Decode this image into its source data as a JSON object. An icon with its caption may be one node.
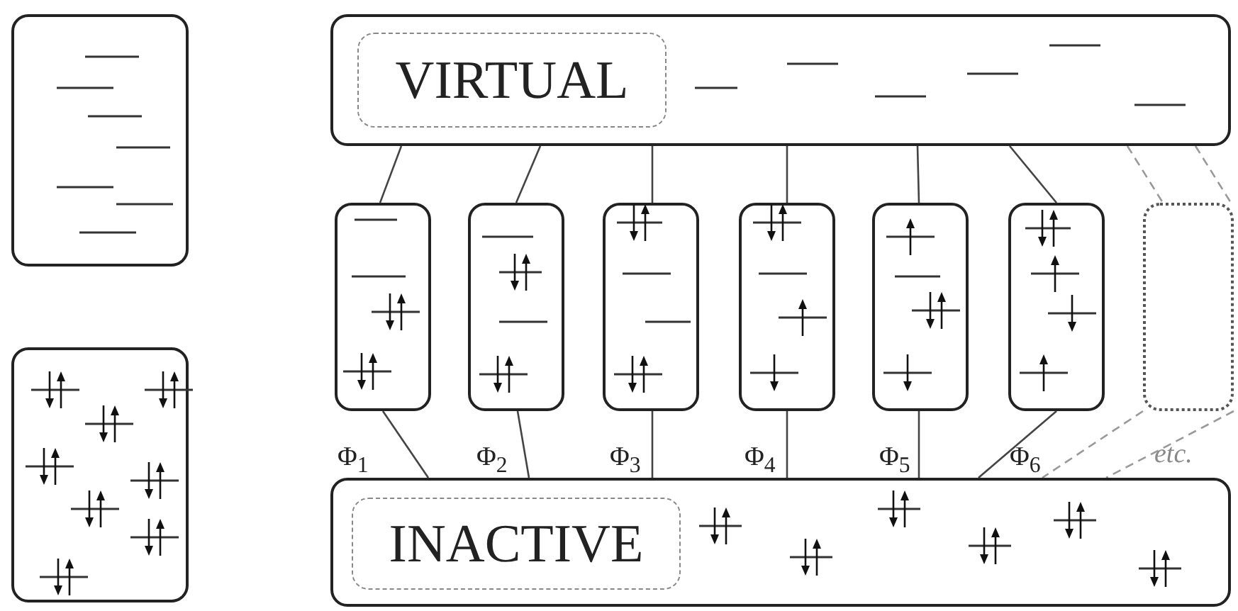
{
  "diagram": {
    "nodes": [
      {
        "text": [],
        "shape": "box"
      },
      {
        "text": [],
        "shape": "box"
      },
      {
        "text": [],
        "shape": "box"
      },
      {
        "text": [
          "VIRTUAL"
        ],
        "in": 2
      },
      {
        "text": [],
        "shape": "box",
        "beside": [
          "Φ$_{1}$"
        ]
      },
      {
        "text": [],
        "shape": "box",
        "beside": [
          "Φ$_{2}$"
        ]
      },
      {
        "text": [],
        "shape": "box",
        "beside": [
          "Φ$_{3}$"
        ]
      },
      {
        "text": [],
        "shape": "box",
        "beside": [
          "Φ$_{4}$"
        ]
      },
      {
        "text": [],
        "shape": "box",
        "beside": [
          "Φ$_{5}$"
        ]
      },
      {
        "text": [],
        "shape": "box",
        "beside": [
          "Φ$_{6}$"
        ]
      },
      {
        "text": [],
        "shape": "box",
        "beside": [
          "etc."
        ]
      },
      {
        "text": [],
        "shape": "box"
      },
      {
        "text": [
          "INACTIVE"
        ],
        "in": 11
      }
    ],
    "edges": [
      {
        "from": 2,
        "to": 4,
        "arrow": "none"
      },
      {
        "from": 2,
        "to": 5,
        "arrow": "none"
      },
      {
        "from": 2,
        "to": 6,
        "arrow": "none"
      },
      {
        "from": 2,
        "to": 7,
        "arrow": "none"
      },
      {
        "from": 2,
        "to": 8,
        "arrow": "none"
      },
      {
        "from": 2,
        "to": 9,
        "arrow": "none"
      },
      {
        "from": 2,
        "to": 10,
        "arrow": "none",
        "style": "dashed"
      },
      {
        "from": 2,
        "to": 10,
        "arrow": "none",
        "style": "dashed"
      },
      {
        "from": 4,
        "to": 11,
        "arrow": "none"
      },
      {
        "from": 5,
        "to": 11,
        "arrow": "none"
      },
      {
        "from": 6,
        "to": 11,
        "arrow": "none"
      },
      {
        "from": 7,
        "to": 11,
        "arrow": "none"
      },
      {
        "from": 8,
        "to": 11,
        "arrow": "none"
      },
      {
        "from": 9,
        "to": 11,
        "arrow": "none"
      },
      {
        "from": 10,
        "to": 11,
        "arrow": "none",
        "style": "dashed"
      },
      {
        "from": 10,
        "to": 11,
        "arrow": "none",
        "style": "dashed"
      }
    ]
  }
}
